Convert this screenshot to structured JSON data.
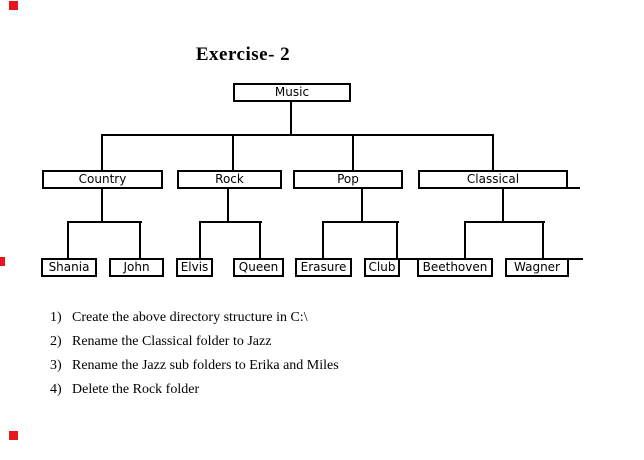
{
  "title": "Exercise- 2",
  "tree": {
    "root": {
      "label": "Music"
    },
    "level2": [
      {
        "label": "Country"
      },
      {
        "label": "Rock"
      },
      {
        "label": "Pop"
      },
      {
        "label": "Classical"
      }
    ],
    "leaves": [
      {
        "label": "Shania"
      },
      {
        "label": "John"
      },
      {
        "label": "Elvis"
      },
      {
        "label": "Queen"
      },
      {
        "label": "Erasure"
      },
      {
        "label": "Club"
      },
      {
        "label": "Beethoven"
      },
      {
        "label": "Wagner"
      }
    ]
  },
  "instructions": [
    {
      "num": "1)",
      "text": "Create the above directory structure in C:\\"
    },
    {
      "num": "2)",
      "text": "Rename the Classical folder to Jazz"
    },
    {
      "num": "3)",
      "text": "Rename the Jazz sub folders to Erika and Miles"
    },
    {
      "num": "4)",
      "text": "Delete the Rock folder"
    }
  ],
  "markers": {
    "color": "#e8141e",
    "description": "small red click-marker squares",
    "count": 3
  }
}
